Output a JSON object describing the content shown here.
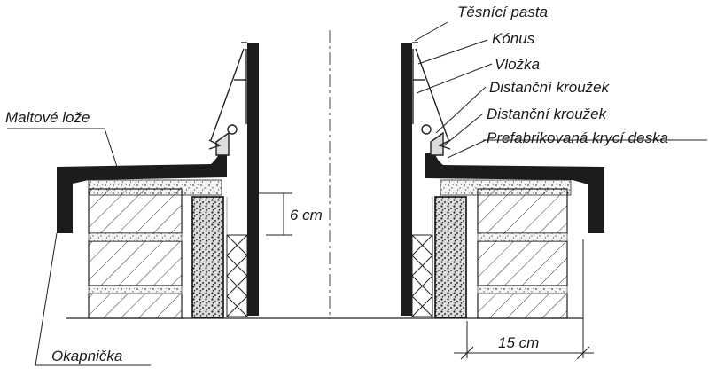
{
  "labels": {
    "tesnici_pasta": "Těsnící pasta",
    "konus": "Kónus",
    "vlozka": "Vložka",
    "distancni_krouzek_1": "Distanční kroužek",
    "distancni_krouzek_2": "Distanční kroužek",
    "prefabrikovana_kryci_deska": "Prefabrikovaná krycí deska",
    "maltove_loze": "Maltové lože",
    "okapnicka": "Okapnička"
  },
  "dimensions": {
    "gap": "6 cm",
    "overhang": "15 cm"
  },
  "colors": {
    "ink": "#222222",
    "slab": "#1c1c1c",
    "background": "#ffffff"
  }
}
